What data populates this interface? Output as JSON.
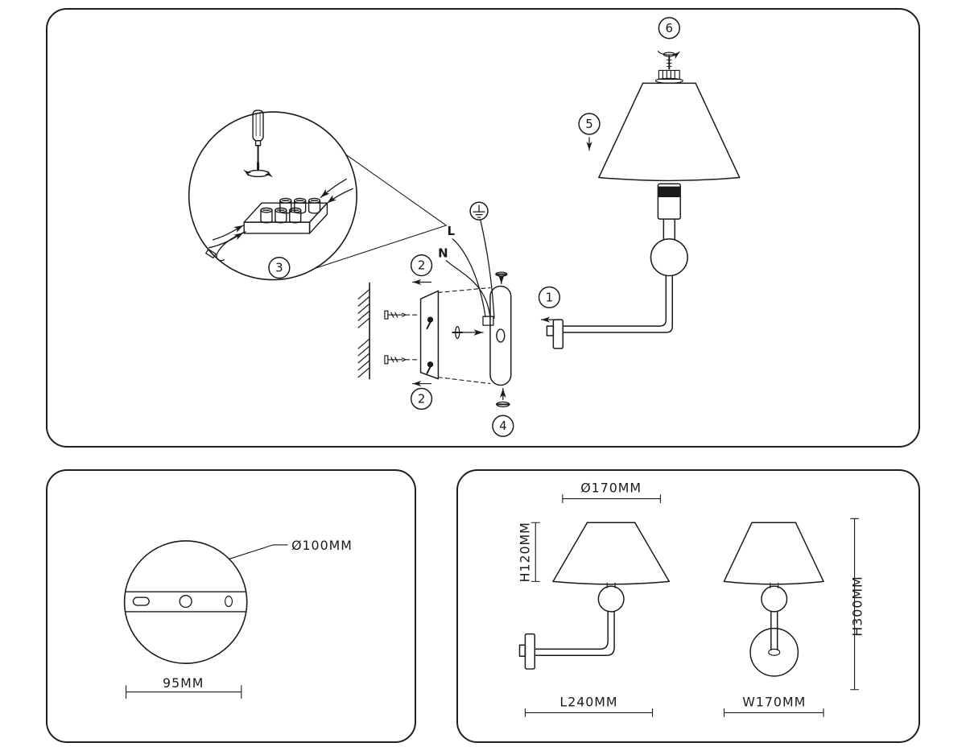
{
  "assembly_panel": {
    "steps": {
      "s1": "1",
      "s2": "2",
      "s3": "3",
      "s4": "4",
      "s5": "5",
      "s6": "6"
    },
    "wires": {
      "live": "L",
      "neutral": "N"
    }
  },
  "mounting_plate_panel": {
    "diameter_label": "Ø100MM",
    "spacing_label": "95MM"
  },
  "dimensions_panel": {
    "front_view": {
      "shade_diameter": "Ø170MM",
      "shade_height": "H120MM",
      "arm_length": "L240MM"
    },
    "side_view": {
      "width": "W170MM",
      "height": "H300MM"
    }
  },
  "colors": {
    "line": "#1a1a1a",
    "background": "#ffffff"
  }
}
